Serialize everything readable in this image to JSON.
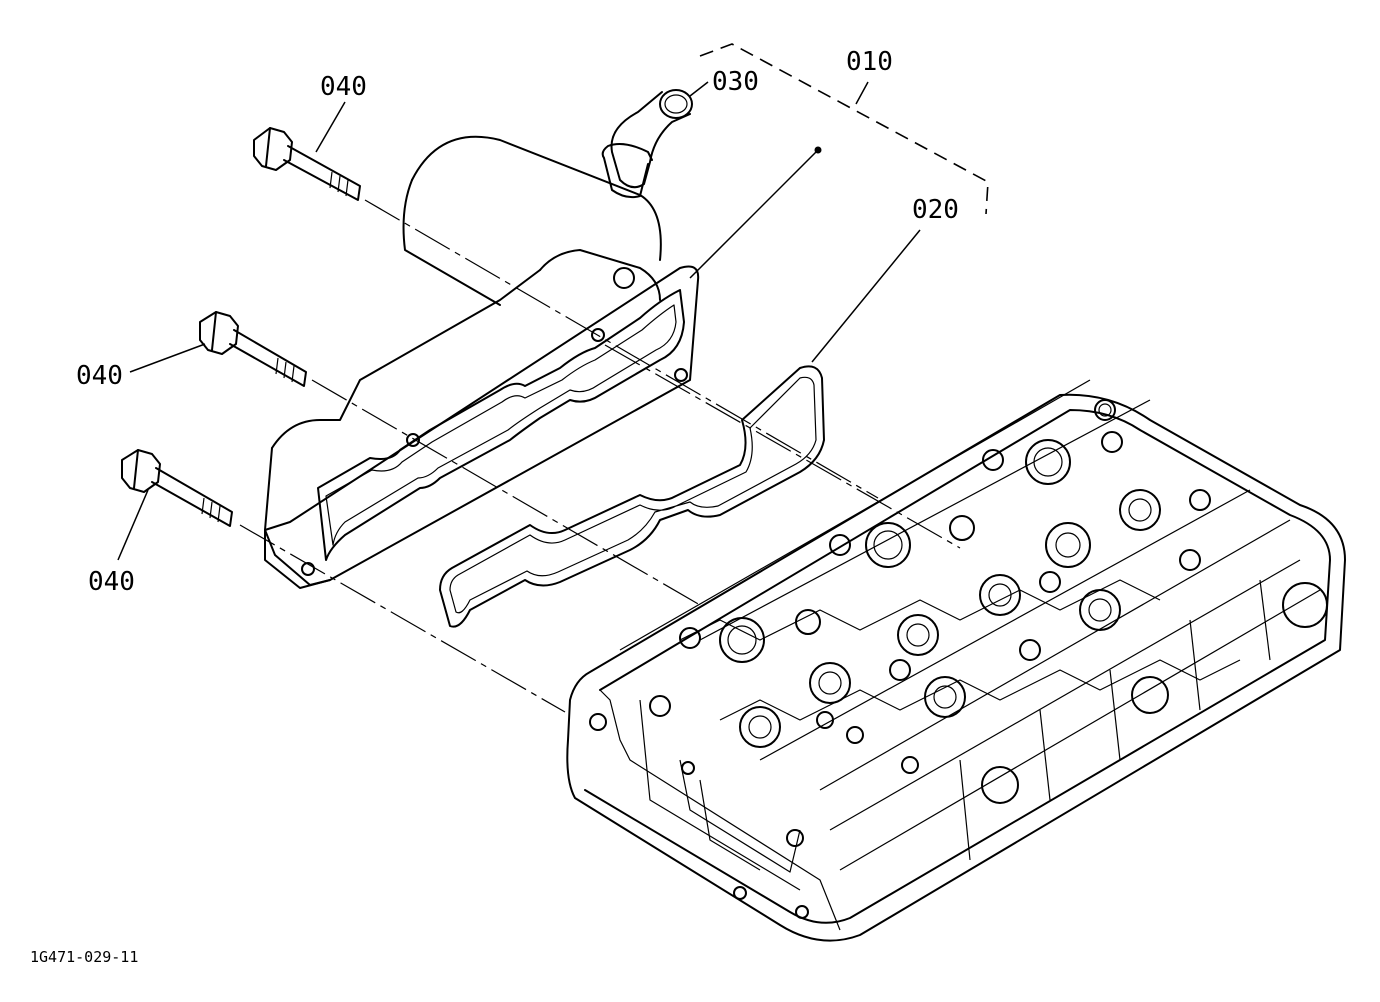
{
  "labels": {
    "assembly": "010",
    "gasket": "020",
    "elbow": "030",
    "bolt_top": "040",
    "bolt_middle": "040",
    "bolt_bottom": "040"
  },
  "figure_code": "1G471-029-11"
}
